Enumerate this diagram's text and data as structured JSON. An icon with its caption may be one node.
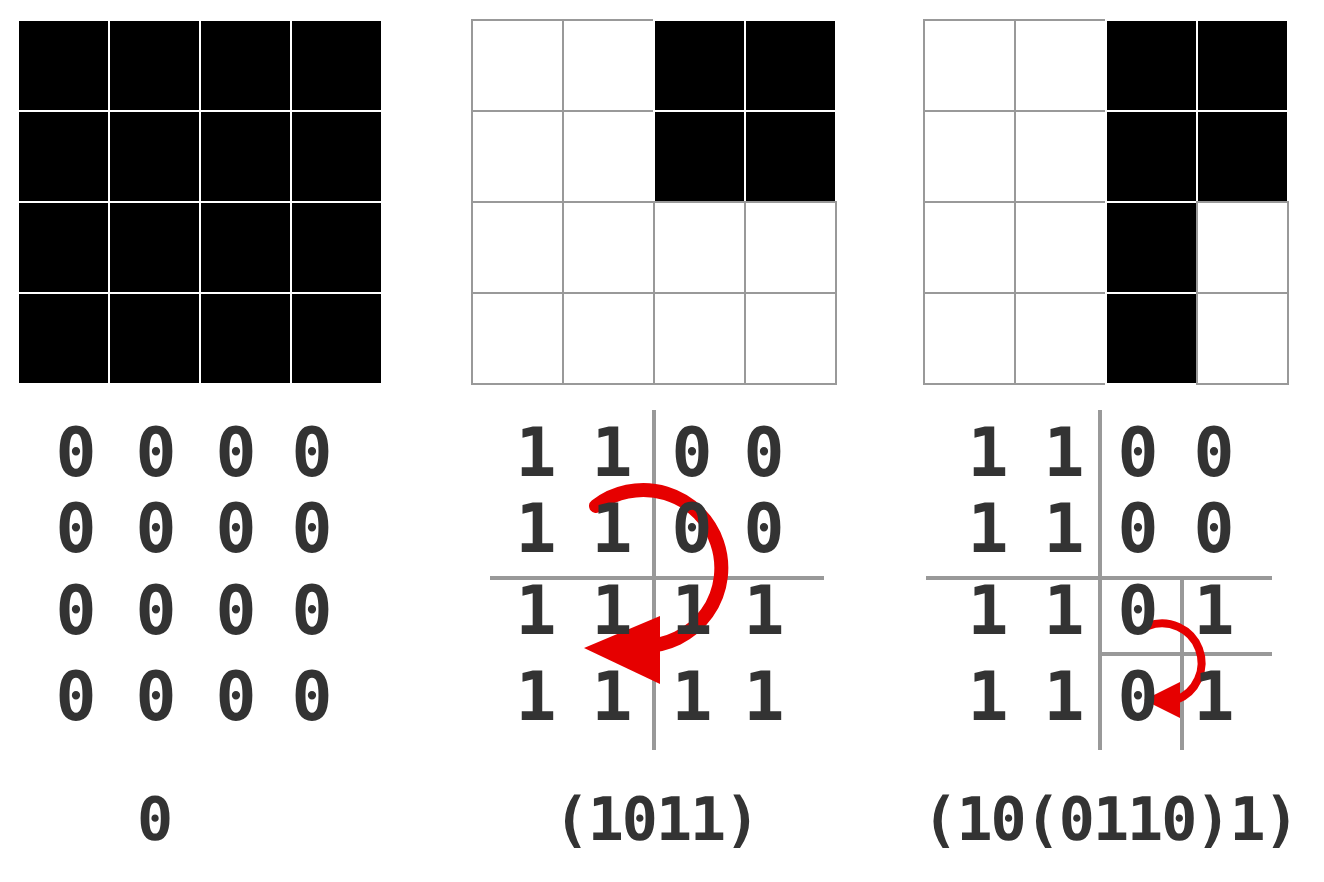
{
  "diagram": {
    "labels": [
      "0",
      "0",
      "0",
      "0",
      "0",
      "0",
      "0",
      "0",
      "0",
      "0",
      "0",
      "0",
      "0",
      "0",
      "0",
      "0",
      "1",
      "1",
      "0",
      "0",
      "1",
      "1",
      "0",
      "0",
      "1",
      "1",
      "1",
      "1",
      "1",
      "1",
      "1",
      "1",
      "1",
      "1",
      "0",
      "0",
      "1",
      "1",
      "0",
      "0",
      "1",
      "1",
      "0",
      "1",
      "1",
      "1",
      "0",
      "1",
      "0",
      "(1011)",
      "(10(0110)1)"
    ]
  }
}
